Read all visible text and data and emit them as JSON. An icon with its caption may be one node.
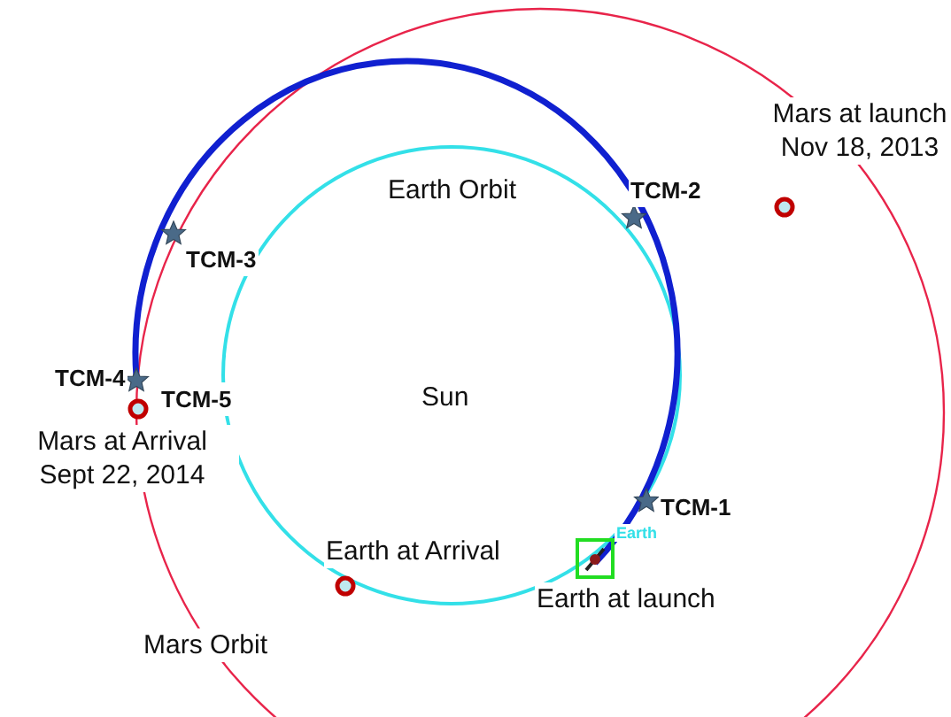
{
  "diagram": {
    "labels": [
      "Mars at launch Nov 18, 2013",
      "Earth Orbit",
      "TCM-2",
      "TCM-3",
      "Sun",
      "TCM-4",
      "TCM-5",
      "Mars at Arrival Sept 22, 2014",
      "TCM-1",
      "Earth",
      "Earth at Arrival",
      "Earth at launch",
      "Mars Orbit"
    ]
  }
}
